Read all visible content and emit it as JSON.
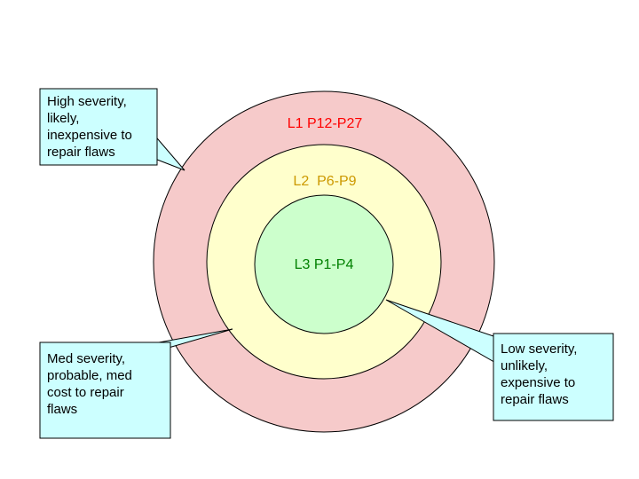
{
  "diagram": {
    "background": "#ffffff",
    "rings": [
      {
        "id": "L1",
        "label": "L1 P12-P27",
        "fill": "#f6caca",
        "text_color": "#ff0000"
      },
      {
        "id": "L2",
        "label": "L2  P6-P9",
        "fill": "#ffffcc",
        "text_color": "#cc9900"
      },
      {
        "id": "L3",
        "label": "L3 P1-P4",
        "fill": "#ccffcc",
        "text_color": "#008000"
      }
    ],
    "callouts": [
      {
        "id": "high",
        "fill": "#ccffff",
        "text_color": "#000000",
        "text": "High severity,\nlikely,\ninexpensive to\nrepair flaws"
      },
      {
        "id": "med",
        "fill": "#ccffff",
        "text_color": "#000000",
        "text": "Med severity,\nprobable, med\ncost to repair\nflaws"
      },
      {
        "id": "low",
        "fill": "#ccffff",
        "text_color": "#000000",
        "text": "Low severity,\nunlikely,\nexpensive to\nrepair flaws"
      }
    ]
  }
}
